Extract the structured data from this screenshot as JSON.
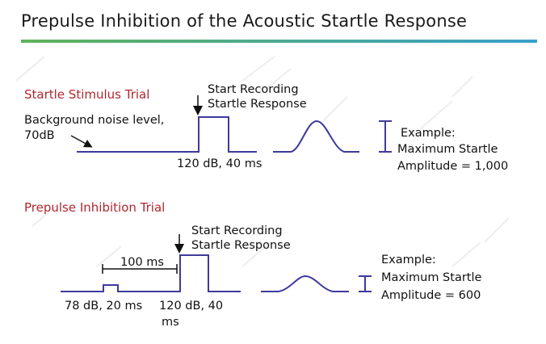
{
  "title": "Prepulse Inhibition of the Acoustic Startle Response",
  "colors": {
    "waveform": "#3d3a9c",
    "section_title": "#b0272f",
    "underline_left": "#5fb35a",
    "underline_right": "#3aa0c9"
  },
  "startle_trial": {
    "heading": "Startle Stimulus Trial",
    "recording_line1": "Start Recording",
    "recording_line2": "Startle Response",
    "noise_line1": "Background noise level,",
    "noise_line2": "70dB",
    "pulse_label": "120 dB, 40 ms",
    "example_line1": "Example:",
    "example_line2": "Maximum Startle",
    "example_line3": "Amplitude = 1,000",
    "amplitude": 1000
  },
  "ppi_trial": {
    "heading": "Prepulse Inhibition Trial",
    "recording_line1": "Start Recording",
    "recording_line2": "Startle Response",
    "interval_label": "100 ms",
    "prepulse_label": "78 dB, 20 ms",
    "pulse_label_line1": "120 dB, 40",
    "pulse_label_line2": "ms",
    "example_line1": "Example:",
    "example_line2": "Maximum Startle",
    "example_line3": "Amplitude = 600",
    "amplitude": 600
  }
}
